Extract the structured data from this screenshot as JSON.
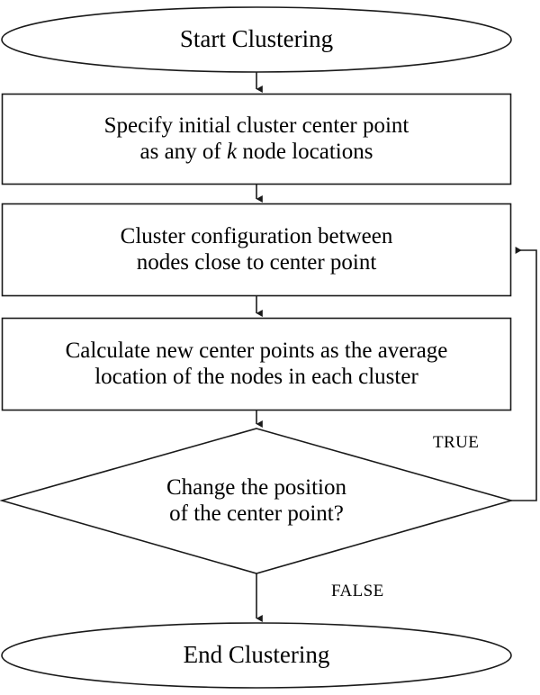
{
  "diagram": {
    "type": "flowchart",
    "title": "Clustering Flowchart",
    "orientation": "top-to-bottom",
    "stroke_color": "#1a1a1a",
    "fill_color": "#ffffff",
    "text_color": "#000000"
  },
  "nodes": {
    "start": {
      "shape": "ellipse",
      "label": "Start Clustering",
      "lines": [
        "Start Clustering"
      ]
    },
    "specify": {
      "shape": "rectangle",
      "label": "Specify initial cluster center point as any of k node locations",
      "line1": "Specify initial cluster center point",
      "line2_pre": "as any of ",
      "line2_var": "k",
      "line2_post": " node locations"
    },
    "configure": {
      "shape": "rectangle",
      "label": "Cluster configuration between nodes close to center point",
      "line1": "Cluster configuration between",
      "line2": "nodes close to center point"
    },
    "calculate": {
      "shape": "rectangle",
      "label": "Calculate new center points as the average location of the nodes in each cluster",
      "line1": "Calculate new center points as the average",
      "line2": "location of the nodes in each cluster"
    },
    "decision": {
      "shape": "diamond",
      "label": "Change the position of the center point?",
      "line1": "Change the position",
      "line2": "of the center point?"
    },
    "end": {
      "shape": "ellipse",
      "label": "End Clustering",
      "lines": [
        "End Clustering"
      ]
    }
  },
  "edges": {
    "start_to_specify": {
      "from": "start",
      "to": "specify",
      "label": ""
    },
    "specify_to_configure": {
      "from": "specify",
      "to": "configure",
      "label": ""
    },
    "configure_to_calculate": {
      "from": "configure",
      "to": "calculate",
      "label": ""
    },
    "calculate_to_decision": {
      "from": "calculate",
      "to": "decision",
      "label": ""
    },
    "decision_true": {
      "from": "decision",
      "to": "configure",
      "label": "TRUE"
    },
    "decision_false": {
      "from": "decision",
      "to": "end",
      "label": "FALSE"
    }
  }
}
